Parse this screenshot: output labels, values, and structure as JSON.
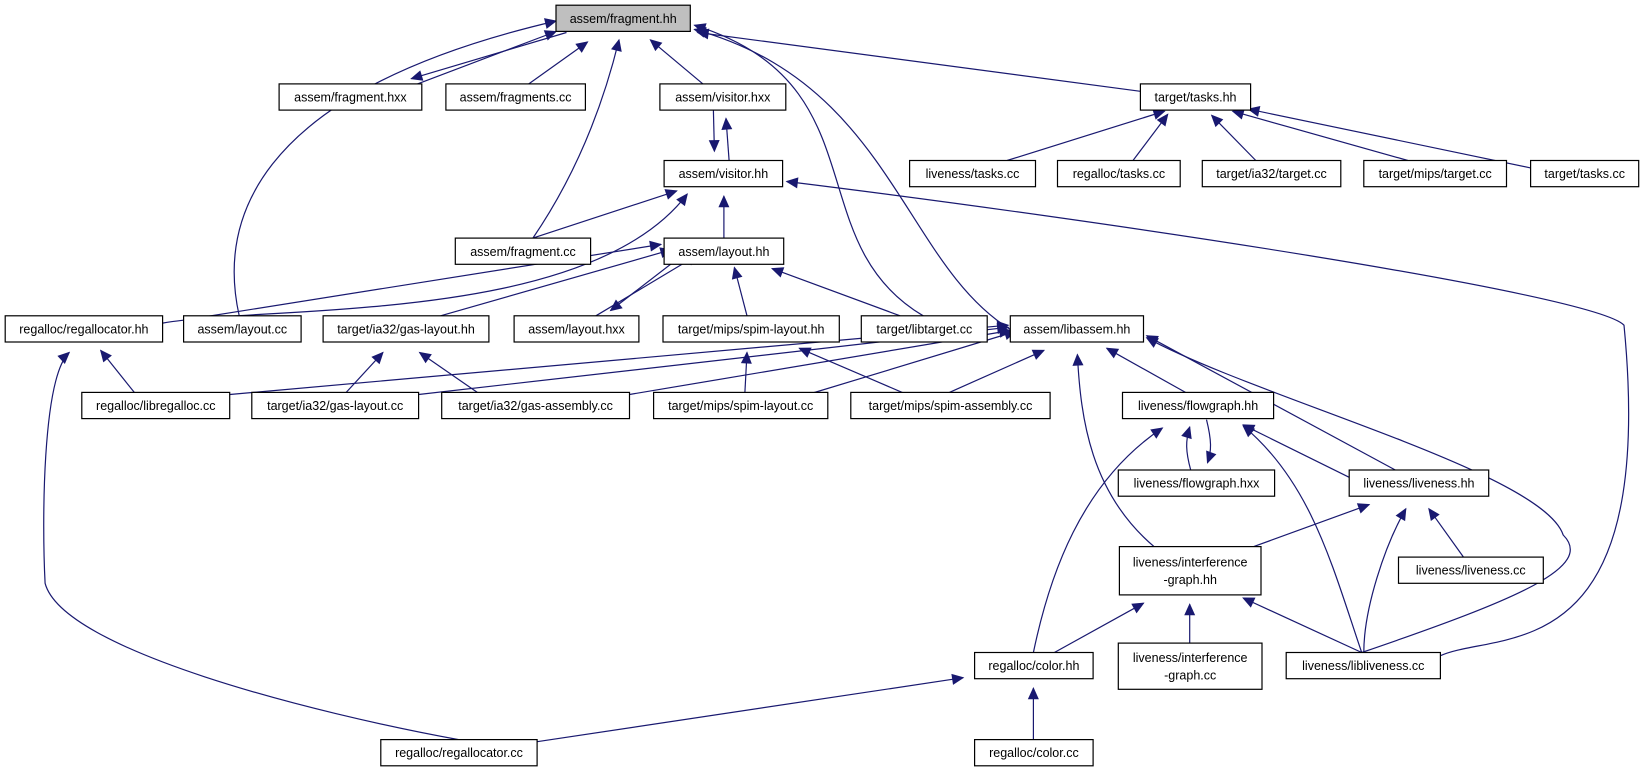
{
  "diagram": {
    "title": "",
    "root": "fragment_hh",
    "nodes": [
      {
        "id": "fragment_hh",
        "label": "assem/fragment.hh",
        "highlight": true
      },
      {
        "id": "fragment_hxx",
        "label": "assem/fragment.hxx"
      },
      {
        "id": "fragments_cc",
        "label": "assem/fragments.cc"
      },
      {
        "id": "visitor_hxx",
        "label": "assem/visitor.hxx"
      },
      {
        "id": "tasks_hh",
        "label": "target/tasks.hh"
      },
      {
        "id": "visitor_hh",
        "label": "assem/visitor.hh"
      },
      {
        "id": "liveness_tasks_cc",
        "label": "liveness/tasks.cc"
      },
      {
        "id": "regalloc_tasks_cc",
        "label": "regalloc/tasks.cc"
      },
      {
        "id": "ia32_target_cc",
        "label": "target/ia32/target.cc"
      },
      {
        "id": "mips_target_cc",
        "label": "target/mips/target.cc"
      },
      {
        "id": "target_tasks_cc",
        "label": "target/tasks.cc"
      },
      {
        "id": "fragment_cc",
        "label": "assem/fragment.cc"
      },
      {
        "id": "layout_hh",
        "label": "assem/layout.hh"
      },
      {
        "id": "regallocator_hh",
        "label": "regalloc/regallocator.hh"
      },
      {
        "id": "layout_cc",
        "label": "assem/layout.cc"
      },
      {
        "id": "ia32_gas_layout_hh",
        "label": "target/ia32/gas-layout.hh"
      },
      {
        "id": "layout_hxx",
        "label": "assem/layout.hxx"
      },
      {
        "id": "mips_spim_layout_hh",
        "label": "target/mips/spim-layout.hh"
      },
      {
        "id": "libtarget_cc",
        "label": "target/libtarget.cc"
      },
      {
        "id": "libassem_hh",
        "label": "assem/libassem.hh"
      },
      {
        "id": "libregalloc_cc",
        "label": "regalloc/libregalloc.cc"
      },
      {
        "id": "ia32_gas_layout_cc",
        "label": "target/ia32/gas-layout.cc"
      },
      {
        "id": "ia32_gas_assembly_cc",
        "label": "target/ia32/gas-assembly.cc"
      },
      {
        "id": "mips_spim_layout_cc",
        "label": "target/mips/spim-layout.cc"
      },
      {
        "id": "mips_spim_assembly_cc",
        "label": "target/mips/spim-assembly.cc"
      },
      {
        "id": "flowgraph_hh",
        "label": "liveness/flowgraph.hh"
      },
      {
        "id": "flowgraph_hxx",
        "label": "liveness/flowgraph.hxx"
      },
      {
        "id": "liveness_hh",
        "label": "liveness/liveness.hh"
      },
      {
        "id": "interference_hh",
        "label": "liveness/interference\n-graph.hh"
      },
      {
        "id": "liveness_cc",
        "label": "liveness/liveness.cc"
      },
      {
        "id": "color_hh",
        "label": "regalloc/color.hh"
      },
      {
        "id": "interference_cc",
        "label": "liveness/interference\n-graph.cc"
      },
      {
        "id": "libliveness_cc",
        "label": "liveness/libliveness.cc"
      },
      {
        "id": "regallocator_cc",
        "label": "regalloc/regallocator.cc"
      },
      {
        "id": "color_cc",
        "label": "regalloc/color.cc"
      }
    ],
    "edges": [
      {
        "from": "fragment_hxx",
        "to": "fragment_hh"
      },
      {
        "from": "fragment_hh",
        "to": "fragment_hxx"
      },
      {
        "from": "fragments_cc",
        "to": "fragment_hh"
      },
      {
        "from": "visitor_hxx",
        "to": "fragment_hh"
      },
      {
        "from": "tasks_hh",
        "to": "fragment_hh"
      },
      {
        "from": "fragment_cc",
        "to": "fragment_hh"
      },
      {
        "from": "layout_cc",
        "to": "fragment_hh"
      },
      {
        "from": "libtarget_cc",
        "to": "fragment_hh"
      },
      {
        "from": "libassem_hh",
        "to": "fragment_hh"
      },
      {
        "from": "visitor_hh",
        "to": "visitor_hxx"
      },
      {
        "from": "visitor_hxx",
        "to": "visitor_hh"
      },
      {
        "from": "liveness_tasks_cc",
        "to": "tasks_hh"
      },
      {
        "from": "regalloc_tasks_cc",
        "to": "tasks_hh"
      },
      {
        "from": "ia32_target_cc",
        "to": "tasks_hh"
      },
      {
        "from": "mips_target_cc",
        "to": "tasks_hh"
      },
      {
        "from": "target_tasks_cc",
        "to": "tasks_hh"
      },
      {
        "from": "fragment_cc",
        "to": "visitor_hh"
      },
      {
        "from": "layout_hh",
        "to": "visitor_hh"
      },
      {
        "from": "regallocator_hh",
        "to": "visitor_hh"
      },
      {
        "from": "libliveness_cc",
        "to": "visitor_hh"
      },
      {
        "from": "layout_cc",
        "to": "layout_hh"
      },
      {
        "from": "ia32_gas_layout_hh",
        "to": "layout_hh"
      },
      {
        "from": "layout_hxx",
        "to": "layout_hh"
      },
      {
        "from": "layout_hh",
        "to": "layout_hxx"
      },
      {
        "from": "mips_spim_layout_hh",
        "to": "layout_hh"
      },
      {
        "from": "libtarget_cc",
        "to": "layout_hh"
      },
      {
        "from": "libregalloc_cc",
        "to": "regallocator_hh"
      },
      {
        "from": "regallocator_cc",
        "to": "regallocator_hh"
      },
      {
        "from": "ia32_gas_layout_cc",
        "to": "ia32_gas_layout_hh"
      },
      {
        "from": "ia32_gas_assembly_cc",
        "to": "ia32_gas_layout_hh"
      },
      {
        "from": "mips_spim_layout_cc",
        "to": "mips_spim_layout_hh"
      },
      {
        "from": "mips_spim_assembly_cc",
        "to": "mips_spim_layout_hh"
      },
      {
        "from": "libregalloc_cc",
        "to": "libassem_hh"
      },
      {
        "from": "ia32_gas_layout_cc",
        "to": "libassem_hh"
      },
      {
        "from": "ia32_gas_assembly_cc",
        "to": "libassem_hh"
      },
      {
        "from": "mips_spim_layout_cc",
        "to": "libassem_hh"
      },
      {
        "from": "mips_spim_assembly_cc",
        "to": "libassem_hh"
      },
      {
        "from": "flowgraph_hh",
        "to": "libassem_hh"
      },
      {
        "from": "liveness_hh",
        "to": "libassem_hh"
      },
      {
        "from": "interference_hh",
        "to": "libassem_hh"
      },
      {
        "from": "libliveness_cc",
        "to": "libassem_hh"
      },
      {
        "from": "flowgraph_hxx",
        "to": "flowgraph_hh"
      },
      {
        "from": "flowgraph_hh",
        "to": "flowgraph_hxx"
      },
      {
        "from": "liveness_hh",
        "to": "flowgraph_hh"
      },
      {
        "from": "color_hh",
        "to": "flowgraph_hh"
      },
      {
        "from": "libliveness_cc",
        "to": "flowgraph_hh"
      },
      {
        "from": "interference_hh",
        "to": "liveness_hh"
      },
      {
        "from": "liveness_cc",
        "to": "liveness_hh"
      },
      {
        "from": "libliveness_cc",
        "to": "liveness_hh"
      },
      {
        "from": "color_hh",
        "to": "interference_hh"
      },
      {
        "from": "interference_cc",
        "to": "interference_hh"
      },
      {
        "from": "libliveness_cc",
        "to": "interference_hh"
      },
      {
        "from": "regallocator_cc",
        "to": "color_hh"
      },
      {
        "from": "color_cc",
        "to": "color_hh"
      }
    ]
  }
}
